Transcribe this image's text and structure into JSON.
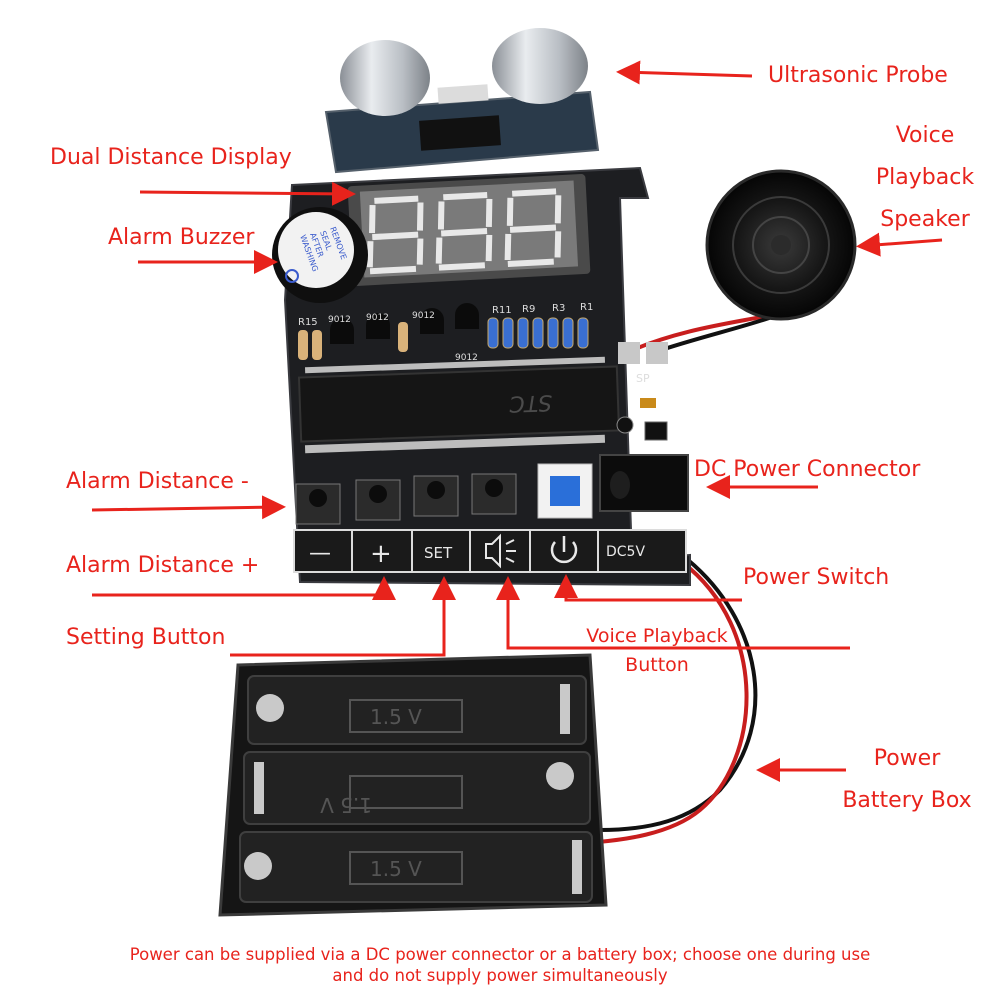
{
  "labels": {
    "ultrasonic_probe": "Ultrasonic Probe",
    "voice_playback_speaker": [
      "Voice",
      "Playback",
      "Speaker"
    ],
    "dual_distance_display": "Dual Distance Display",
    "alarm_buzzer": "Alarm Buzzer",
    "dc_power_connector": "DC Power Connector",
    "alarm_distance_minus": "Alarm Distance -",
    "alarm_distance_plus": "Alarm Distance +",
    "power_switch": "Power Switch",
    "setting_button": "Setting Button",
    "voice_playback_button": [
      "Voice Playback",
      "Button"
    ],
    "power_battery_box": [
      "Power",
      "Battery Box"
    ]
  },
  "board": {
    "chip_brand": "STC",
    "buzzer_sticker": [
      "REMOVE",
      "SEAL",
      "AFTER",
      "WASHING"
    ],
    "resistor_labels": [
      "R11",
      "R9",
      "R3",
      "R1",
      "R15"
    ],
    "transistor_labels": [
      "9012",
      "9012",
      "9012",
      "9012"
    ],
    "speaker_pad_label": "SP",
    "button_labels": [
      "—",
      "+",
      "SET",
      "DC5V"
    ],
    "battery_cell_label": "1.5 V"
  },
  "footnote": [
    "Power can be supplied via a DC power connector or a battery box; choose one during use",
    "and do not supply power simultaneously"
  ],
  "colors": {
    "annotation": "#e8231c",
    "pcb": "#1d1e21",
    "wire_red": "#c81e1e",
    "wire_black": "#111111"
  }
}
